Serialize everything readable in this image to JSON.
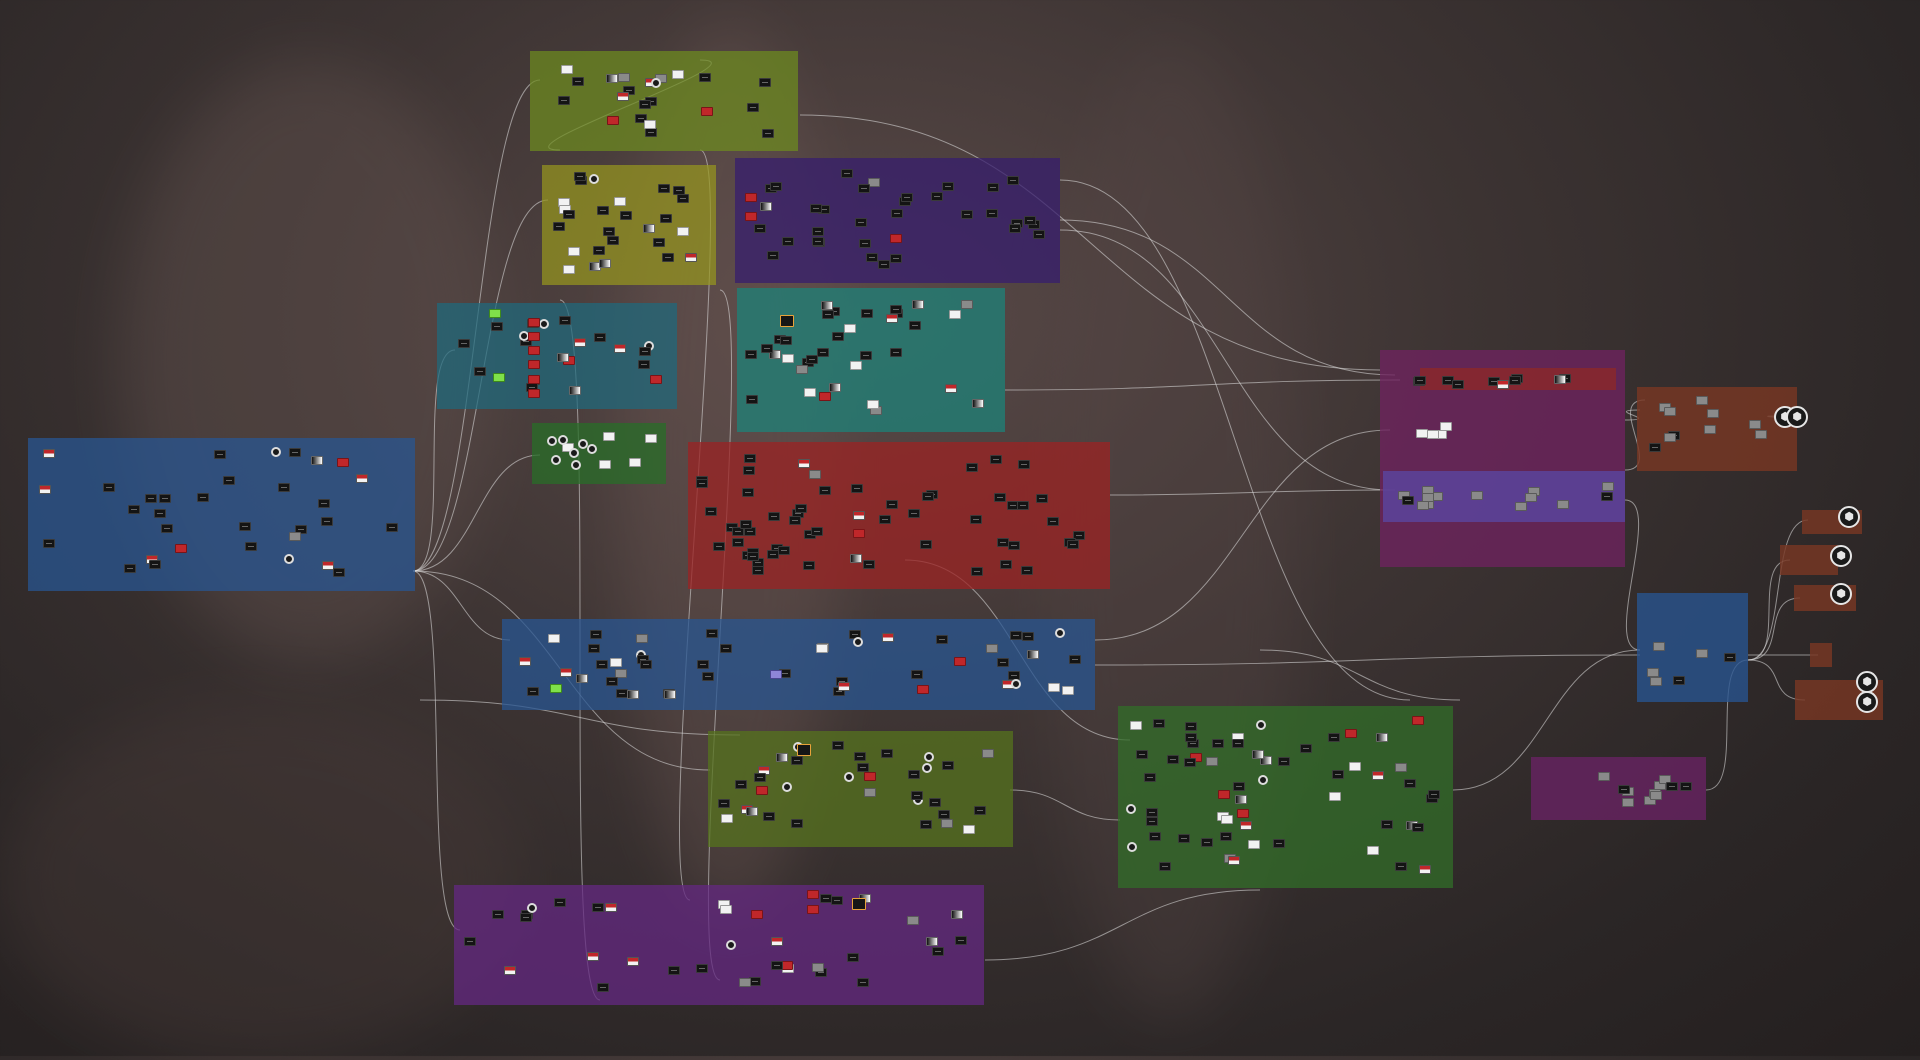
{
  "window": {
    "title": ""
  },
  "graph": {
    "frames": [
      {
        "id": "f-olive-top",
        "title": "",
        "color": "#6a8a1e"
      },
      {
        "id": "f-yellow",
        "title": "",
        "color": "#9a9a1a"
      },
      {
        "id": "f-violet-top",
        "title": "",
        "color": "#3a2470"
      },
      {
        "id": "f-teal-left",
        "title": "",
        "color": "#1f6c7f"
      },
      {
        "id": "f-teal-mid",
        "title": "",
        "color": "#1e8a80"
      },
      {
        "id": "f-blue-left",
        "title": "",
        "color": "#2a5a9a"
      },
      {
        "id": "f-green-small",
        "title": "",
        "color": "#2e7a2e"
      },
      {
        "id": "f-red-main",
        "title": "",
        "color": "#a02828"
      },
      {
        "id": "f-blue-mid",
        "title": "",
        "color": "#2a5a9a"
      },
      {
        "id": "f-olive-bottom",
        "title": "",
        "color": "#5a7a22"
      },
      {
        "id": "f-purple-bottom",
        "title": "",
        "color": "#6a2a8a"
      },
      {
        "id": "f-green-right",
        "title": "",
        "color": "#3a7a2a"
      },
      {
        "id": "f-magenta",
        "title": "",
        "color": "#7a2a6a"
      },
      {
        "id": "f-brown",
        "title": "",
        "color": "#7a3a28"
      },
      {
        "id": "f-blue-right",
        "title": "",
        "color": "#2a5a9a"
      },
      {
        "id": "f-plum",
        "title": "",
        "color": "#6a2a6a"
      }
    ],
    "outputs": [
      {
        "id": "out-1",
        "icon": "cube-icon"
      },
      {
        "id": "out-2",
        "icon": "cube-icon"
      },
      {
        "id": "out-3",
        "icon": "cube-icon"
      },
      {
        "id": "out-4",
        "icon": "cube-icon"
      },
      {
        "id": "out-5",
        "icon": "cube-icon"
      },
      {
        "id": "out-6",
        "icon": "cube-icon"
      },
      {
        "id": "out-7",
        "icon": "cube-icon"
      }
    ],
    "node_kinds": [
      "dark",
      "red",
      "white",
      "gray",
      "grad",
      "round",
      "green",
      "orange",
      "half",
      "lav"
    ]
  }
}
